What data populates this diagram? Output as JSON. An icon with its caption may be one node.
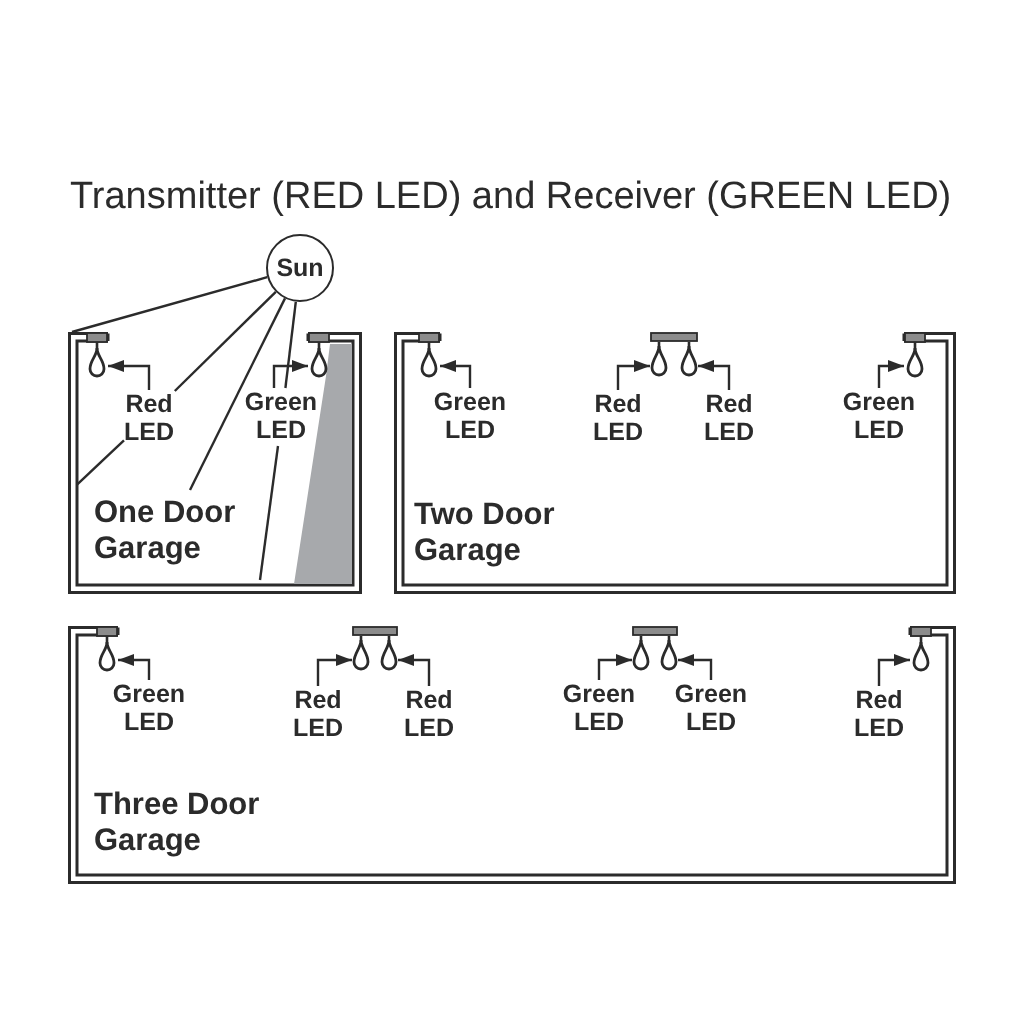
{
  "diagram": {
    "title": "Transmitter (RED LED) and Receiver (GREEN LED)",
    "nodes": [
      {
        "text": [
          "Sun"
        ]
      },
      {
        "text": [
          "One Door Garage"
        ]
      },
      {
        "text": [
          "Two Door Garage"
        ]
      },
      {
        "text": [
          "Three Door Garage"
        ]
      },
      {
        "text": [],
        "shape": "picture",
        "in": 1
      },
      {
        "text": [
          "Red LED"
        ],
        "in": 1
      },
      {
        "text": [],
        "shape": "picture",
        "in": 1
      },
      {
        "text": [
          "Green LED"
        ],
        "in": 1
      },
      {
        "text": [],
        "shape": "picture",
        "in": 2
      },
      {
        "text": [
          "Green LED"
        ],
        "in": 2
      },
      {
        "text": [],
        "shape": "picture",
        "in": 2
      },
      {
        "text": [
          "Red LED"
        ],
        "in": 2
      },
      {
        "text": [],
        "shape": "picture",
        "in": 2
      },
      {
        "text": [
          "Red LED"
        ],
        "in": 2
      },
      {
        "text": [],
        "shape": "picture",
        "in": 2
      },
      {
        "text": [
          "Green LED"
        ],
        "in": 2
      },
      {
        "text": [],
        "shape": "picture",
        "in": 3
      },
      {
        "text": [
          "Green LED"
        ],
        "in": 3
      },
      {
        "text": [],
        "shape": "picture",
        "in": 3
      },
      {
        "text": [
          "Red LED"
        ],
        "in": 3
      },
      {
        "text": [],
        "shape": "picture",
        "in": 3
      },
      {
        "text": [
          "Red LED"
        ],
        "in": 3
      },
      {
        "text": [],
        "shape": "picture",
        "in": 3
      },
      {
        "text": [
          "Green LED"
        ],
        "in": 3
      },
      {
        "text": [],
        "shape": "picture",
        "in": 3
      },
      {
        "text": [
          "Green LED"
        ],
        "in": 3
      },
      {
        "text": [],
        "shape": "picture",
        "in": 3
      },
      {
        "text": [
          "Red LED"
        ],
        "in": 3
      }
    ],
    "edges": [
      {
        "from": 0,
        "to": 1,
        "arrow": "none"
      },
      {
        "from": 0,
        "to": 5,
        "arrow": "none"
      },
      {
        "from": 5,
        "to": 1,
        "arrow": "none"
      },
      {
        "from": 0,
        "to": null,
        "arrow": "none"
      },
      {
        "from": 0,
        "to": 7,
        "arrow": "none"
      },
      {
        "from": 7,
        "to": 1,
        "arrow": "none"
      },
      {
        "from": 5,
        "to": 4,
        "arrow": "to"
      },
      {
        "from": 7,
        "to": 6,
        "arrow": "to"
      },
      {
        "from": 9,
        "to": 8,
        "arrow": "to"
      },
      {
        "from": 11,
        "to": 10,
        "arrow": "to"
      },
      {
        "from": 13,
        "to": 12,
        "arrow": "to"
      },
      {
        "from": 15,
        "to": 14,
        "arrow": "to"
      },
      {
        "from": 17,
        "to": 16,
        "arrow": "to"
      },
      {
        "from": 19,
        "to": 18,
        "arrow": "to"
      },
      {
        "from": 21,
        "to": 20,
        "arrow": "to"
      },
      {
        "from": 23,
        "to": 22,
        "arrow": "to"
      },
      {
        "from": 25,
        "to": 24,
        "arrow": "to"
      },
      {
        "from": 27,
        "to": 26,
        "arrow": "to"
      }
    ]
  }
}
